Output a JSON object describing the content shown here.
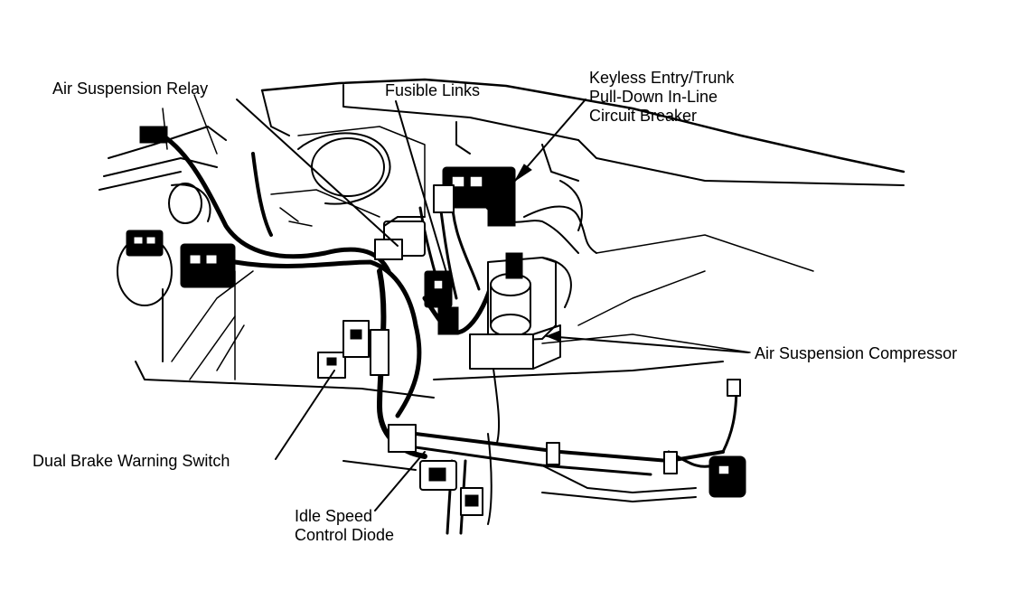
{
  "labels": {
    "air_suspension_relay": "Air Suspension Relay",
    "fusible_links": "Fusible Links",
    "keyless_entry_line1": "Keyless Entry/Trunk",
    "keyless_entry_line2": "Pull-Down In-Line",
    "keyless_entry_line3": "Circuit Breaker",
    "air_suspension_compressor": "Air Suspension Compressor",
    "dual_brake_warning_switch": "Dual Brake Warning Switch",
    "idle_speed_line1": "Idle Speed",
    "idle_speed_line2": "Control Diode"
  }
}
